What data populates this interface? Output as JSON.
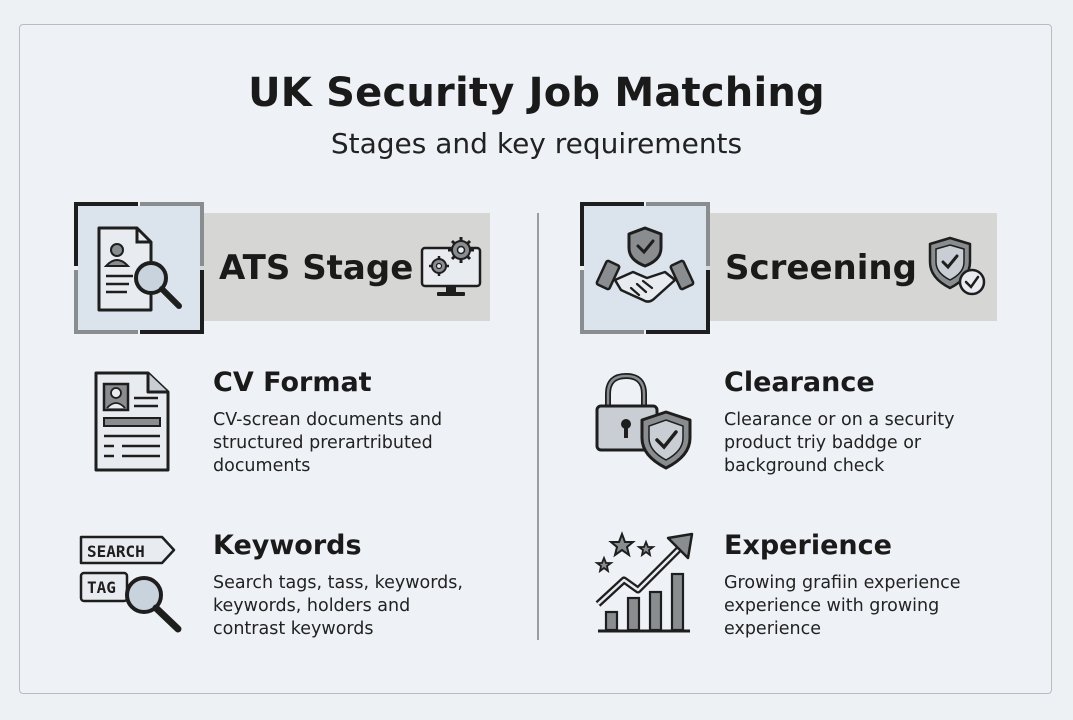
{
  "header": {
    "title": "UK Security Job Matching",
    "subtitle": "Stages and key requirements"
  },
  "columns": [
    {
      "stage": "ATS Stage",
      "items": [
        {
          "title": "CV Format",
          "lines": [
            "CV-screan documents and",
            "structured prerartributed",
            "documents"
          ]
        },
        {
          "title": "Keywords",
          "lines": [
            "Search tags, tass, keywords,",
            "keywords, holders and",
            "contrast keywords"
          ]
        }
      ]
    },
    {
      "stage": "Screening",
      "items": [
        {
          "title": "Clearance",
          "lines": [
            "Clearance or on a security",
            "product triy baddge or",
            "background check"
          ]
        },
        {
          "title": "Experience",
          "lines": [
            "Growing grafiin experience",
            "experience with growing",
            "experience"
          ]
        }
      ]
    }
  ],
  "icon_labels": {
    "search_tag": "SEARCH",
    "tag_tag": "TAG"
  },
  "colors": {
    "background": "#eef1f4",
    "band": "#d6d6d4",
    "icon_fill": "#dbe3ec",
    "stroke": "#1e1e1e",
    "gray": "#8a8d90"
  }
}
